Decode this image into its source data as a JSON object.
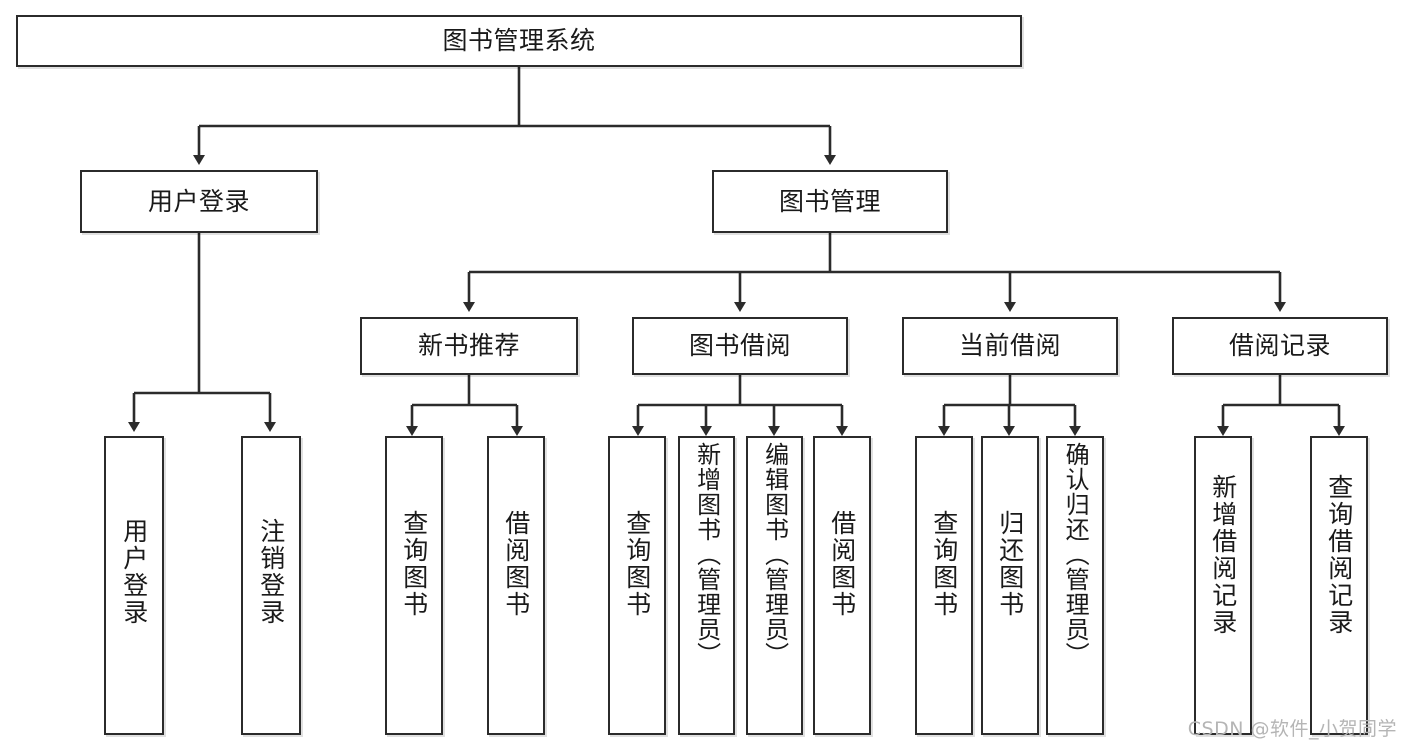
{
  "diagram": {
    "type": "tree-hierarchy",
    "title": "图书管理系统",
    "root": {
      "id": "root",
      "label": "图书管理系统"
    },
    "level2": [
      {
        "id": "user-login",
        "label": "用户登录"
      },
      {
        "id": "book-management",
        "label": "图书管理"
      }
    ],
    "level3": [
      {
        "id": "new-book-recommend",
        "label": "新书推荐",
        "parent": "book-management"
      },
      {
        "id": "book-borrow",
        "label": "图书借阅",
        "parent": "book-management"
      },
      {
        "id": "current-borrow",
        "label": "当前借阅",
        "parent": "book-management"
      },
      {
        "id": "borrow-record",
        "label": "借阅记录",
        "parent": "book-management"
      }
    ],
    "leaves": {
      "user-login": [
        {
          "id": "leaf-user-login",
          "label": "用户登录"
        },
        {
          "id": "leaf-user-logout",
          "label": "注销登录"
        }
      ],
      "new-book-recommend": [
        {
          "id": "leaf-query-book-1",
          "label": "查询图书"
        },
        {
          "id": "leaf-borrow-book-1",
          "label": "借阅图书"
        }
      ],
      "book-borrow": [
        {
          "id": "leaf-query-book-2",
          "label": "查询图书"
        },
        {
          "id": "leaf-add-book",
          "label": "新增图书（管理员）"
        },
        {
          "id": "leaf-edit-book",
          "label": "编辑图书（管理员）"
        },
        {
          "id": "leaf-borrow-book-2",
          "label": "借阅图书"
        }
      ],
      "current-borrow": [
        {
          "id": "leaf-query-book-3",
          "label": "查询图书"
        },
        {
          "id": "leaf-return-book",
          "label": "归还图书"
        },
        {
          "id": "leaf-confirm-return",
          "label": "确认归还（管理员）"
        }
      ],
      "borrow-record": [
        {
          "id": "leaf-add-record",
          "label": "新增借阅记录"
        },
        {
          "id": "leaf-query-record",
          "label": "查询借阅记录"
        }
      ]
    }
  },
  "watermark": {
    "text": "CSDN @软件_小贺同学"
  },
  "colors": {
    "stroke": "#2b2b2b",
    "fill": "#ffffff",
    "text": "#1a1a1a",
    "watermark": "#b5b5b5"
  }
}
